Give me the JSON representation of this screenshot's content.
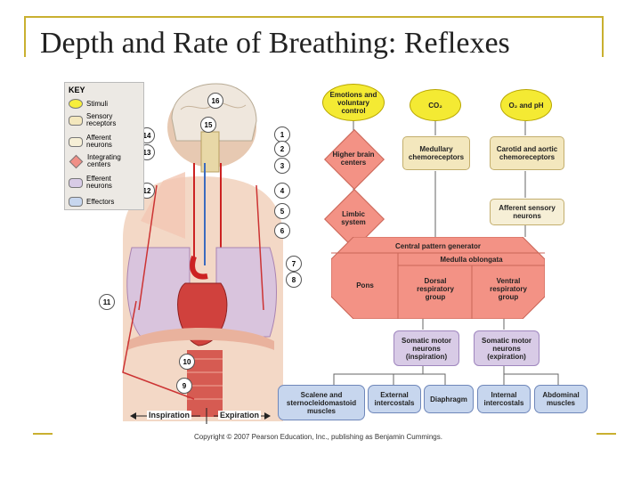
{
  "title": "Depth and Rate of Breathing: Reflexes",
  "key": {
    "heading": "KEY",
    "items": [
      {
        "label": "Stimuli",
        "shape": "ellipse",
        "color": "#f7ee3c"
      },
      {
        "label": "Sensory receptors",
        "shape": "rounded",
        "color": "#f3e7bd"
      },
      {
        "label": "Afferent neurons",
        "shape": "rounded",
        "color": "#f6efd6"
      },
      {
        "label": "Integrating centers",
        "shape": "diamond",
        "color": "#f08f86"
      },
      {
        "label": "Efferent neurons",
        "shape": "rounded",
        "color": "#d8cbe6"
      },
      {
        "label": "Effectors",
        "shape": "rounded",
        "color": "#c7d6ee"
      }
    ]
  },
  "stimuli": {
    "emotions": "Emotions and voluntary control",
    "co2": "CO₂",
    "o2ph": "O₂ and pH"
  },
  "receptors": {
    "medullary": "Medullary chemoreceptors",
    "carotid": "Carotid and aortic chemoreceptors"
  },
  "afferent": "Afferent sensory neurons",
  "integrating": {
    "higher": "Higher brain centers",
    "limbic": "Limbic system",
    "cpg": "Central pattern generator",
    "medulla": "Medulla oblongata",
    "pons": "Pons",
    "dorsal": "Dorsal respiratory group",
    "ventral": "Ventral respiratory group"
  },
  "efferent": {
    "inspiration": "Somatic motor neurons (inspiration)",
    "expiration": "Somatic motor neurons (expiration)"
  },
  "effectors": {
    "scalene": "Scalene and sternocleidomastoid muscles",
    "external": "External intercostals",
    "diaphragm": "Diaphragm",
    "internal": "Internal intercostals",
    "abdominal": "Abdominal muscles"
  },
  "labels": {
    "inspiration": "Inspiration",
    "expiration": "Expiration"
  },
  "numbers": [
    "1",
    "2",
    "3",
    "4",
    "5",
    "6",
    "7",
    "8",
    "9",
    "10",
    "11",
    "12",
    "13",
    "14",
    "15",
    "16"
  ],
  "footer": "Copyright © 2007 Pearson Education, Inc., publishing as Benjamin Cummings.",
  "colors": {
    "stimulus": "#f4ea33",
    "receptor": "#f3e7bd",
    "integrating": "#f39285",
    "efferent": "#d8cbe6",
    "effector": "#c7d6ee",
    "frame": "#c9b030"
  }
}
